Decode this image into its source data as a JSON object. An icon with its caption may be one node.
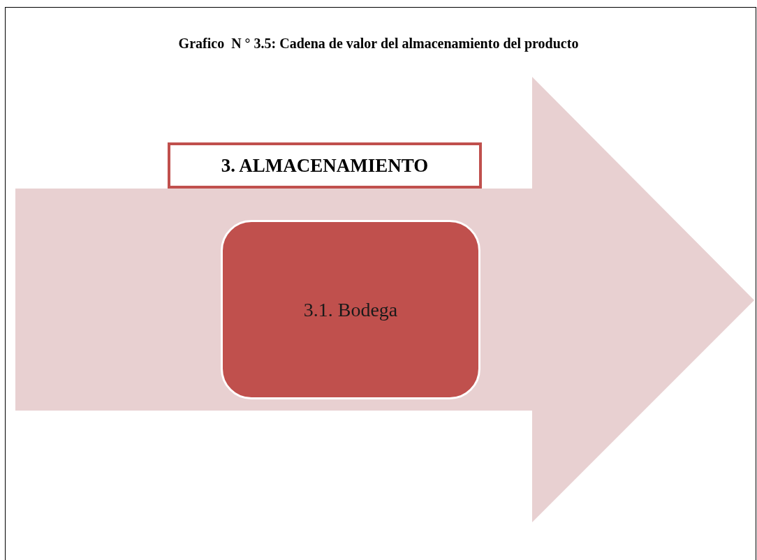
{
  "diagram": {
    "title": "Grafico  N ° 3.5: Cadena de valor del almacenamiento del producto",
    "nodes": [
      {
        "text": [
          "3. ALMACENAMIENTO"
        ]
      },
      {
        "text": [
          "3.1. Bodega"
        ]
      }
    ]
  }
}
